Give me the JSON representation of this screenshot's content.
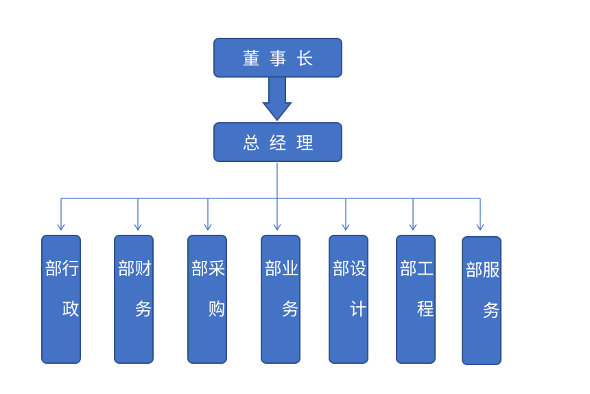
{
  "chairman": {
    "label": "董事长"
  },
  "general_manager": {
    "label": "总经理"
  },
  "departments": [
    {
      "id": "admin",
      "label": "行政部"
    },
    {
      "id": "finance",
      "label": "财务部"
    },
    {
      "id": "procurement",
      "label": "采购部"
    },
    {
      "id": "business",
      "label": "业务部"
    },
    {
      "id": "design",
      "label": "设计部"
    },
    {
      "id": "engineering",
      "label": "工程部"
    },
    {
      "id": "service",
      "label": "服务部"
    }
  ],
  "colors": {
    "box_fill": "#4472c4",
    "box_border": "#2f528f",
    "connector": "#4472c4",
    "text": "#ffffff"
  }
}
